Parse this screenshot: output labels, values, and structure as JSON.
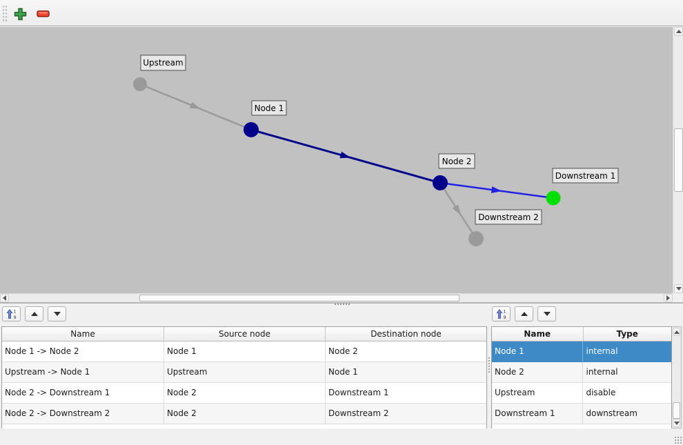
{
  "toolbar": {
    "add_tooltip": "add",
    "remove_tooltip": "remove"
  },
  "colors": {
    "canvas_bg": "#c1c1c1",
    "node_internal": "#00008b",
    "node_downstream": "#00e000",
    "node_disabled": "#9a9a9a",
    "edge_internal": "#00008b",
    "edge_active": "#2121e6",
    "edge_gray": "#9a9a9a",
    "selection": "#3d8ac6"
  },
  "graph": {
    "nodes": [
      {
        "label": "Upstream",
        "color": "#9a9a9a"
      },
      {
        "label": "Node 1",
        "color": "#00008b"
      },
      {
        "label": "Node 2",
        "color": "#00008b"
      },
      {
        "label": "Downstream 1",
        "color": "#00e000"
      },
      {
        "label": "Downstream 2",
        "color": "#9a9a9a"
      }
    ],
    "edges": [
      {
        "from": "Upstream",
        "to": "Node 1",
        "color": "#9a9a9a"
      },
      {
        "from": "Node 1",
        "to": "Node 2",
        "color": "#00008b"
      },
      {
        "from": "Node 2",
        "to": "Downstream 1",
        "color": "#2121e6"
      },
      {
        "from": "Node 2",
        "to": "Downstream 2",
        "color": "#9a9a9a"
      }
    ]
  },
  "edge_panel": {
    "headers": [
      "Name",
      "Source node",
      "Destination node"
    ],
    "rows": [
      {
        "name": "Node 1 -> Node 2",
        "source": "Node 1",
        "destination": "Node 2"
      },
      {
        "name": "Upstream -> Node 1",
        "source": "Upstream",
        "destination": "Node 1"
      },
      {
        "name": "Node 2 -> Downstream 1",
        "source": "Node 2",
        "destination": "Downstream 1"
      },
      {
        "name": "Node 2 -> Downstream 2",
        "source": "Node 2",
        "destination": "Downstream 2"
      }
    ]
  },
  "node_panel": {
    "headers": [
      "Name",
      "Type"
    ],
    "rows": [
      {
        "name": "Node 1",
        "type": "internal",
        "selected": true
      },
      {
        "name": "Node 2",
        "type": "internal",
        "selected": false
      },
      {
        "name": "Upstream",
        "type": "disable",
        "selected": false
      },
      {
        "name": "Downstream 1",
        "type": "downstream",
        "selected": false
      }
    ]
  }
}
